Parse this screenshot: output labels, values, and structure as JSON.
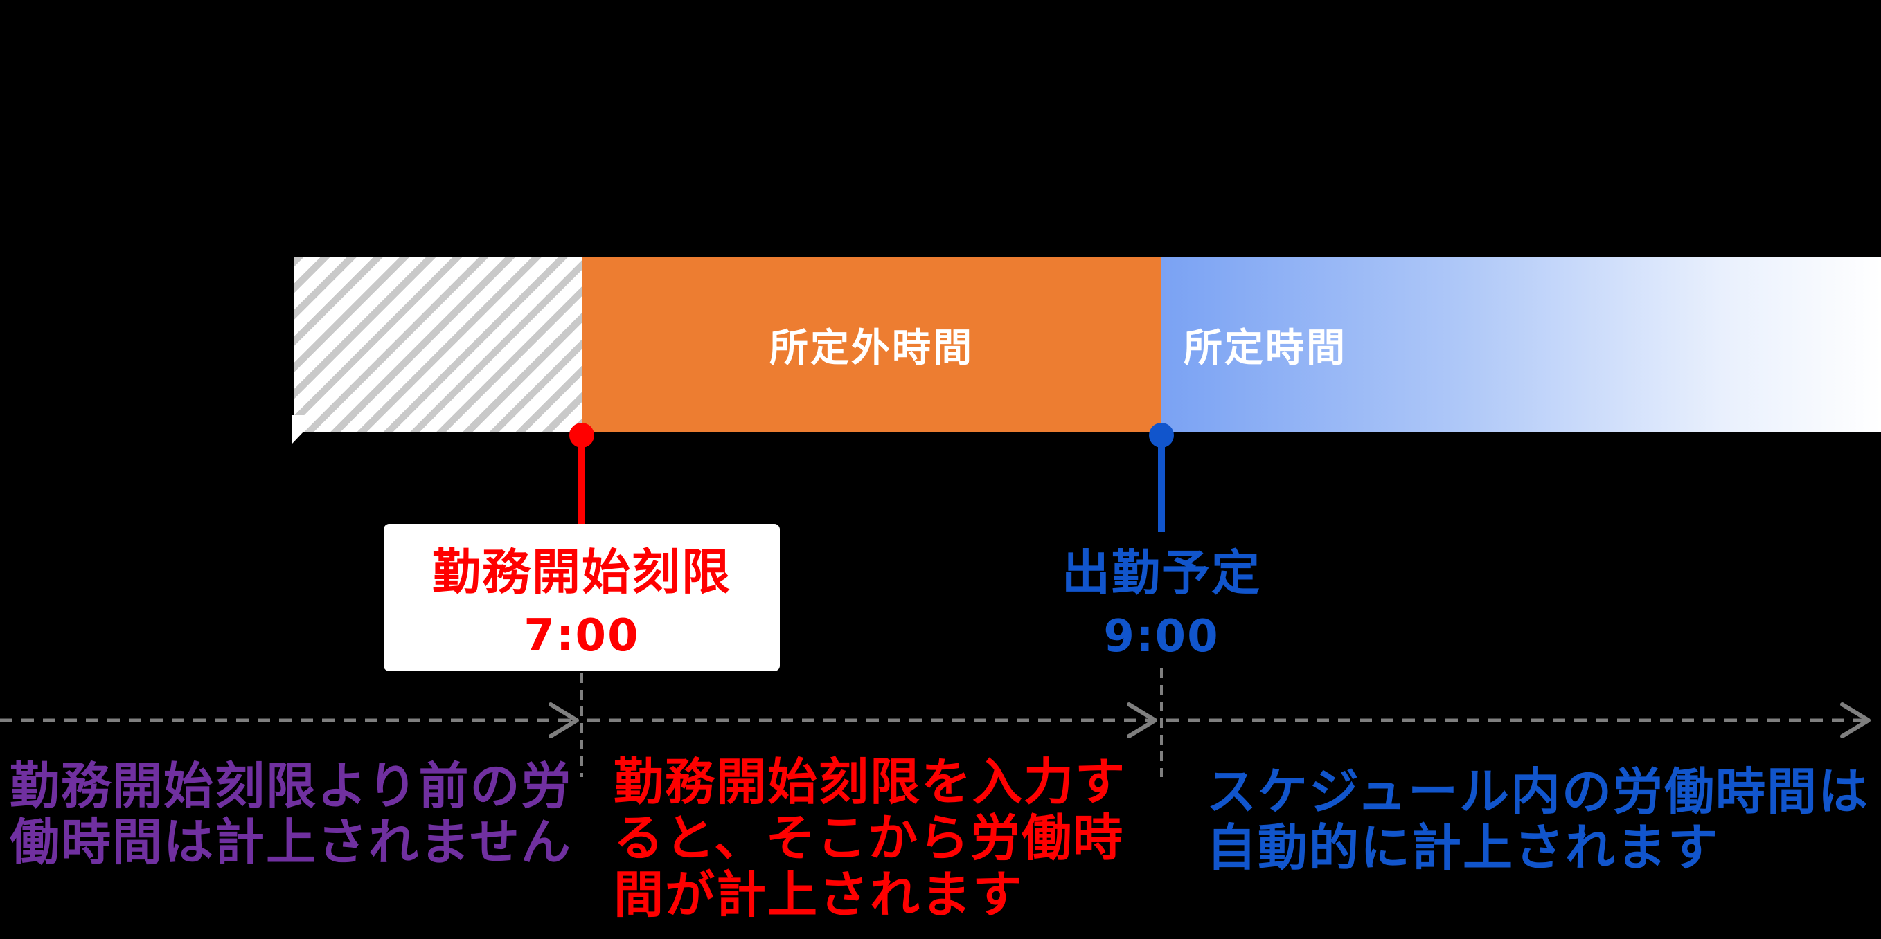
{
  "colors": {
    "background": "#000000",
    "orange_segment": "#ED7D31",
    "blue_segment_start": "#7AA2F3",
    "blue_segment_mid": "#AFC8F8",
    "blue_segment_end": "#FFFFFF",
    "hatch_stripe": "#C9C9C9",
    "hatch_background": "#FFFFFF",
    "red_accent": "#FF0000",
    "blue_accent": "#1155CC",
    "purple_text": "#7030A0",
    "gray_dash": "#7F7F7F",
    "bar_label_text": "#FFFFFF",
    "marker_box_background": "#FFFFFF"
  },
  "timeline": {
    "segments": [
      {
        "id": "outside-hatched",
        "label": ""
      },
      {
        "id": "overtime",
        "label": "所定外時間"
      },
      {
        "id": "scheduled",
        "label": "所定時間"
      }
    ]
  },
  "markers": [
    {
      "id": "work-start-limit",
      "title": "勤務開始刻限",
      "time": "7:00"
    },
    {
      "id": "scheduled-clock-in",
      "title": "出勤予定",
      "time": "9:00"
    }
  ],
  "captions": [
    {
      "id": "before-limit",
      "lines": [
        "勤務開始刻限より前の労",
        "働時間は計上されません"
      ]
    },
    {
      "id": "from-limit",
      "lines": [
        "勤務開始刻限を入力す",
        "ると、そこから労働時",
        "間が計上されます"
      ]
    },
    {
      "id": "within-schedule",
      "lines": [
        "スケジュール内の労働時間は",
        "自動的に計上されます"
      ]
    }
  ]
}
